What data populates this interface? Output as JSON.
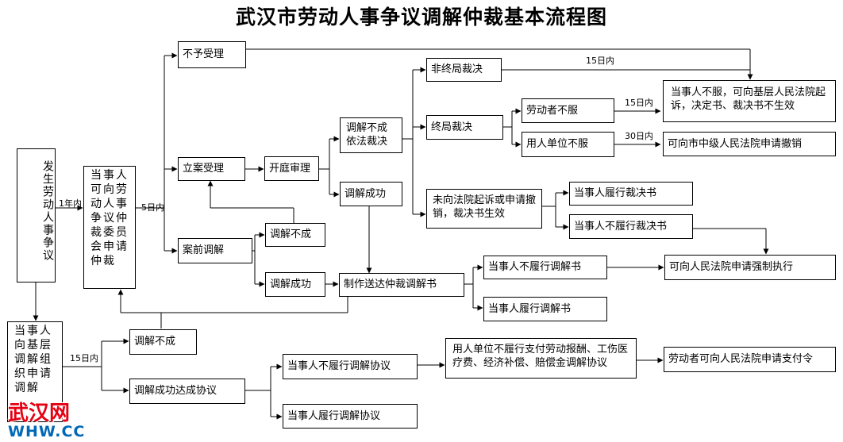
{
  "title": "武汉市劳动人事争议调解仲裁基本流程图",
  "nodes": {
    "dispute": "发生劳动人事争议",
    "apply_arbitration": "当事人可向劳动人事争议仲裁委员会申请仲裁",
    "apply_mediation": "当事人向基层调解组织申请调解",
    "reject": "不予受理",
    "accept": "立案受理",
    "pre_mediation": "案前调解",
    "hearing": "开庭审理",
    "hearing_fail": "调解不成依法裁决",
    "hearing_success": "调解成功",
    "pre_fail": "调解不成",
    "pre_success": "调解成功",
    "non_final": "非终局裁决",
    "final": "终局裁决",
    "worker_object": "劳动者不服",
    "employer_object": "用人单位不服",
    "court_basic": "当事人不服，可向基层人民法院起诉，决定书、裁决书不生效",
    "court_mid": "可向市中级人民法院申请撤销",
    "not_sued": "未向法院起诉或申请撤销，裁决书生效",
    "award_performed": "当事人履行裁决书",
    "award_not_performed": "当事人不履行裁决书",
    "make_document": "制作送达仲裁调解书",
    "doc_not_performed": "当事人不履行调解书",
    "doc_performed": "当事人履行调解书",
    "enforce": "可向人民法院申请强制执行",
    "basic_fail": "调解不成",
    "basic_success": "调解成功达成协议",
    "agreement_not_performed": "当事人不履行调解协议",
    "agreement_performed": "当事人履行调解协议",
    "employer_unpaid": "用人单位不履行支付劳动报酬、工伤医疗费、经济补偿、赔偿金调解协议",
    "payment_order": "劳动者可向人民法院申请支付令"
  },
  "edge_labels": {
    "one_year": "1年内",
    "five_days": "5日内",
    "fifteen_days_a": "15日内",
    "fifteen_days_b": "15日内",
    "thirty_days": "30日内",
    "fifteen_days_c": "15日内"
  },
  "watermark": {
    "line1": "武汉网",
    "line2": "WHW.CC"
  },
  "colors": {
    "line": "#000000",
    "watermark_red": "#e60012",
    "watermark_blue": "#0068b7"
  }
}
